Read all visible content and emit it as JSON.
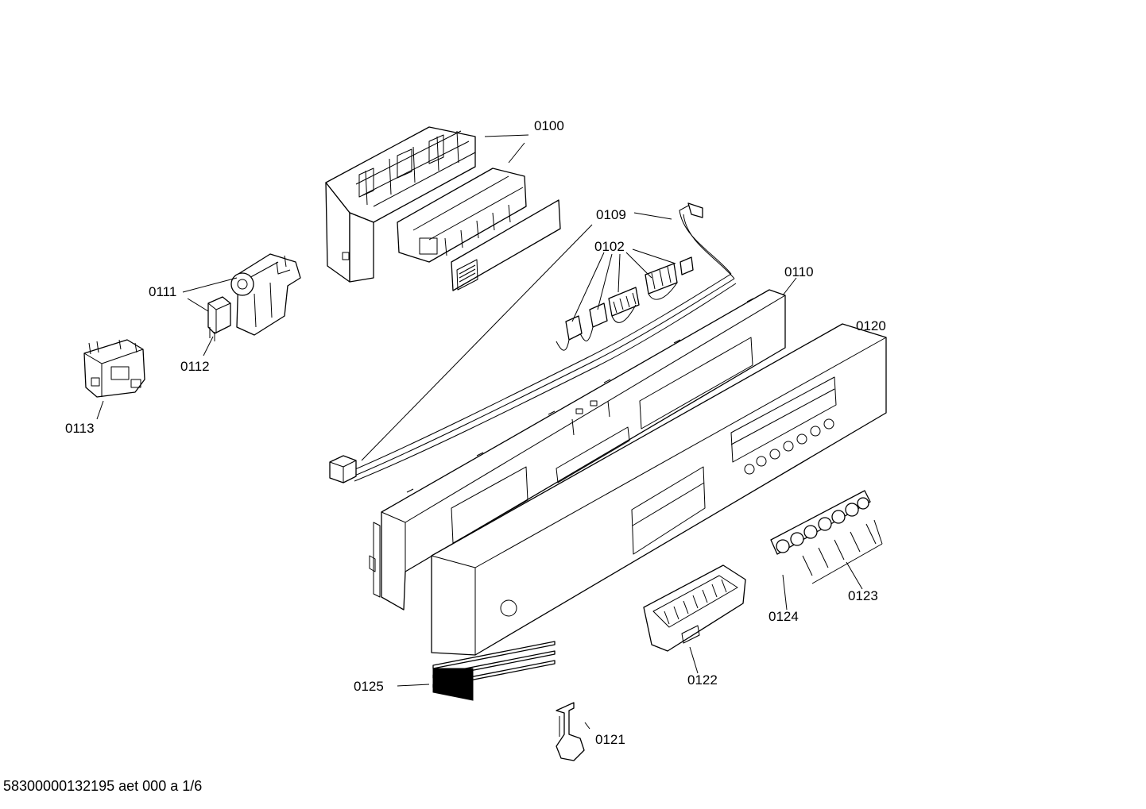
{
  "diagram": {
    "labels": {
      "p0100": "0100",
      "p0109": "0109",
      "p0102": "0102",
      "p0110": "0110",
      "p0120": "0120",
      "p0111": "0111",
      "p0112": "0112",
      "p0113": "0113",
      "p0123": "0123",
      "p0124": "0124",
      "p0122": "0122",
      "p0125": "0125",
      "p0121": "0121"
    }
  },
  "footer": {
    "text": "58300000132195 aet 000 a 1/6"
  }
}
